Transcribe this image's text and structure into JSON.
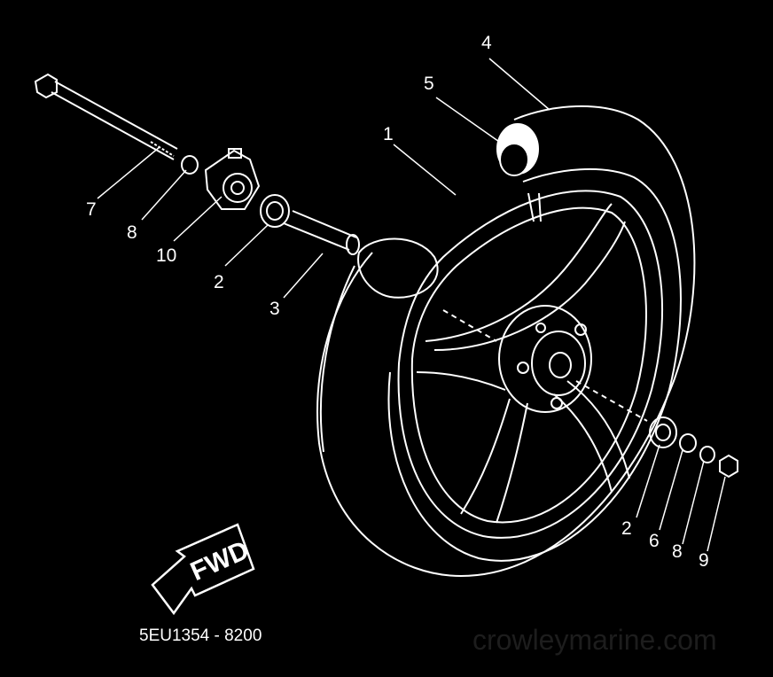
{
  "diagram": {
    "callouts": [
      {
        "id": "c4",
        "text": "4"
      },
      {
        "id": "c5",
        "text": "5"
      },
      {
        "id": "c1",
        "text": "1"
      },
      {
        "id": "c7",
        "text": "7"
      },
      {
        "id": "c8a",
        "text": "8"
      },
      {
        "id": "c10",
        "text": "10"
      },
      {
        "id": "c2a",
        "text": "2"
      },
      {
        "id": "c3",
        "text": "3"
      },
      {
        "id": "c2b",
        "text": "2"
      },
      {
        "id": "c6",
        "text": "6"
      },
      {
        "id": "c8b",
        "text": "8"
      },
      {
        "id": "c9",
        "text": "9"
      }
    ],
    "direction_label": "FWD",
    "drawing_code": "5EU1354 - 8200",
    "watermark": "crowleymarine.com",
    "colors": {
      "background": "#000000",
      "lines": "#ffffff"
    }
  }
}
